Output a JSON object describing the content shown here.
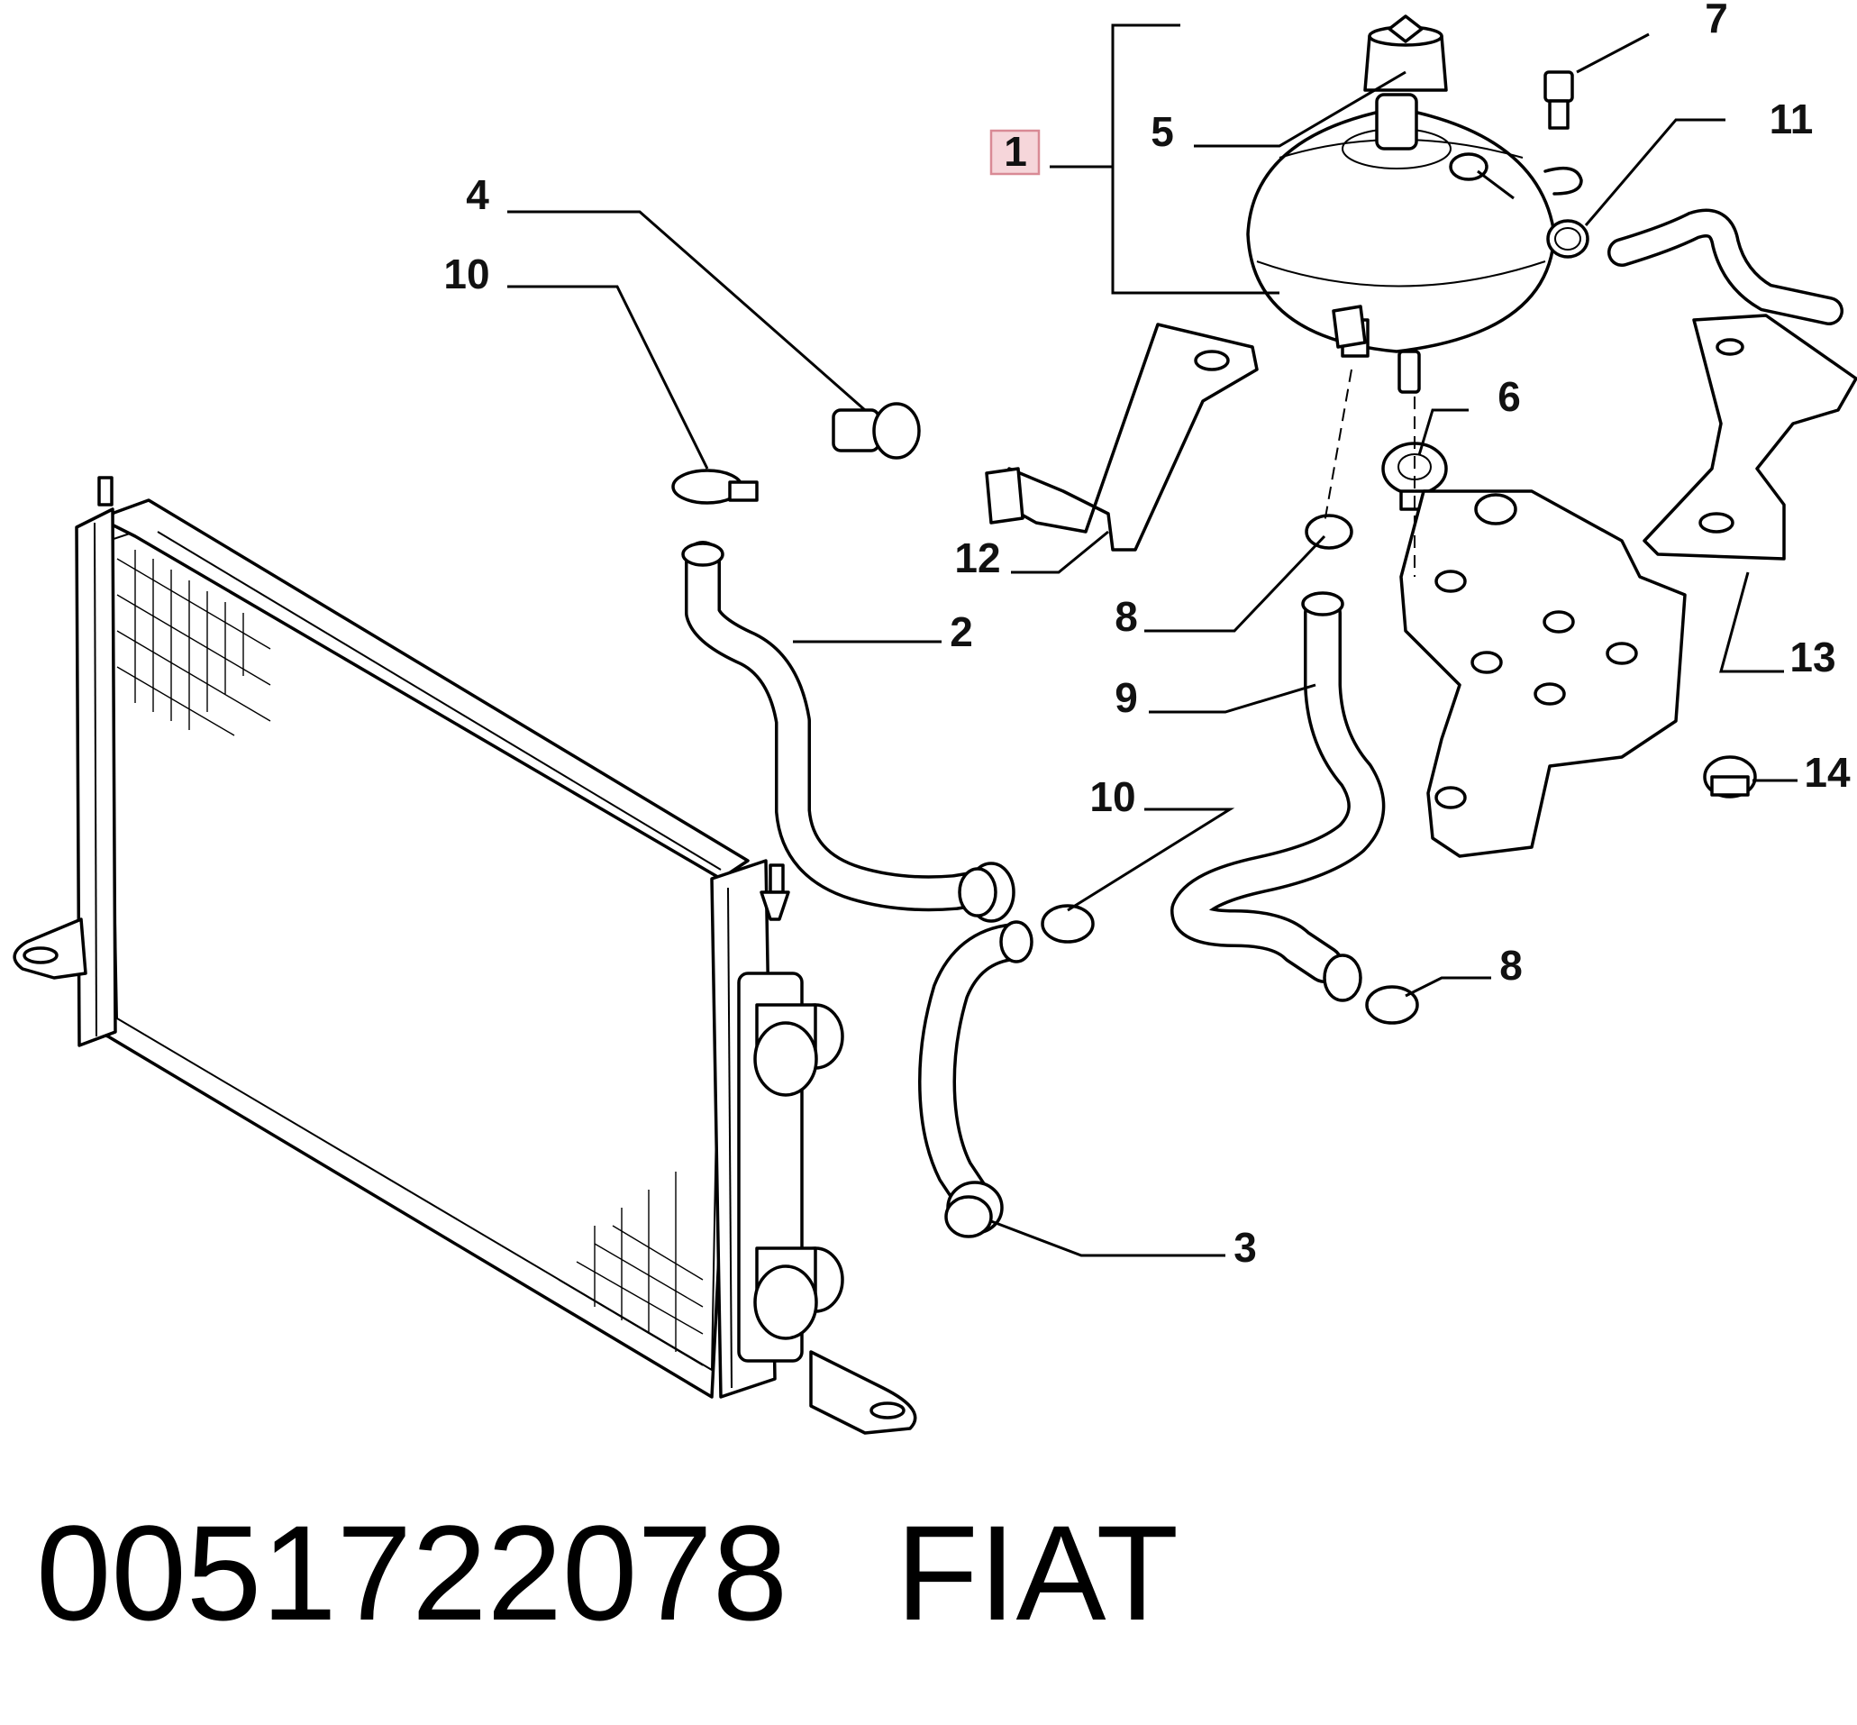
{
  "callouts": [
    {
      "id": "c1",
      "text": "1",
      "highlighted": true
    },
    {
      "id": "c2",
      "text": "2"
    },
    {
      "id": "c3",
      "text": "3"
    },
    {
      "id": "c4",
      "text": "4"
    },
    {
      "id": "c5",
      "text": "5"
    },
    {
      "id": "c6",
      "text": "6"
    },
    {
      "id": "c7",
      "text": "7"
    },
    {
      "id": "c8a",
      "text": "8"
    },
    {
      "id": "c8b",
      "text": "8"
    },
    {
      "id": "c9",
      "text": "9"
    },
    {
      "id": "c10a",
      "text": "10"
    },
    {
      "id": "c10b",
      "text": "10"
    },
    {
      "id": "c11",
      "text": "11"
    },
    {
      "id": "c12",
      "text": "12"
    },
    {
      "id": "c13",
      "text": "13"
    },
    {
      "id": "c14",
      "text": "14"
    }
  ],
  "footer": {
    "part_number": "0051722078",
    "brand": "FIAT"
  },
  "colors": {
    "highlight_fill": "#f6d6da",
    "highlight_border": "#d98a95",
    "line": "#000000"
  }
}
